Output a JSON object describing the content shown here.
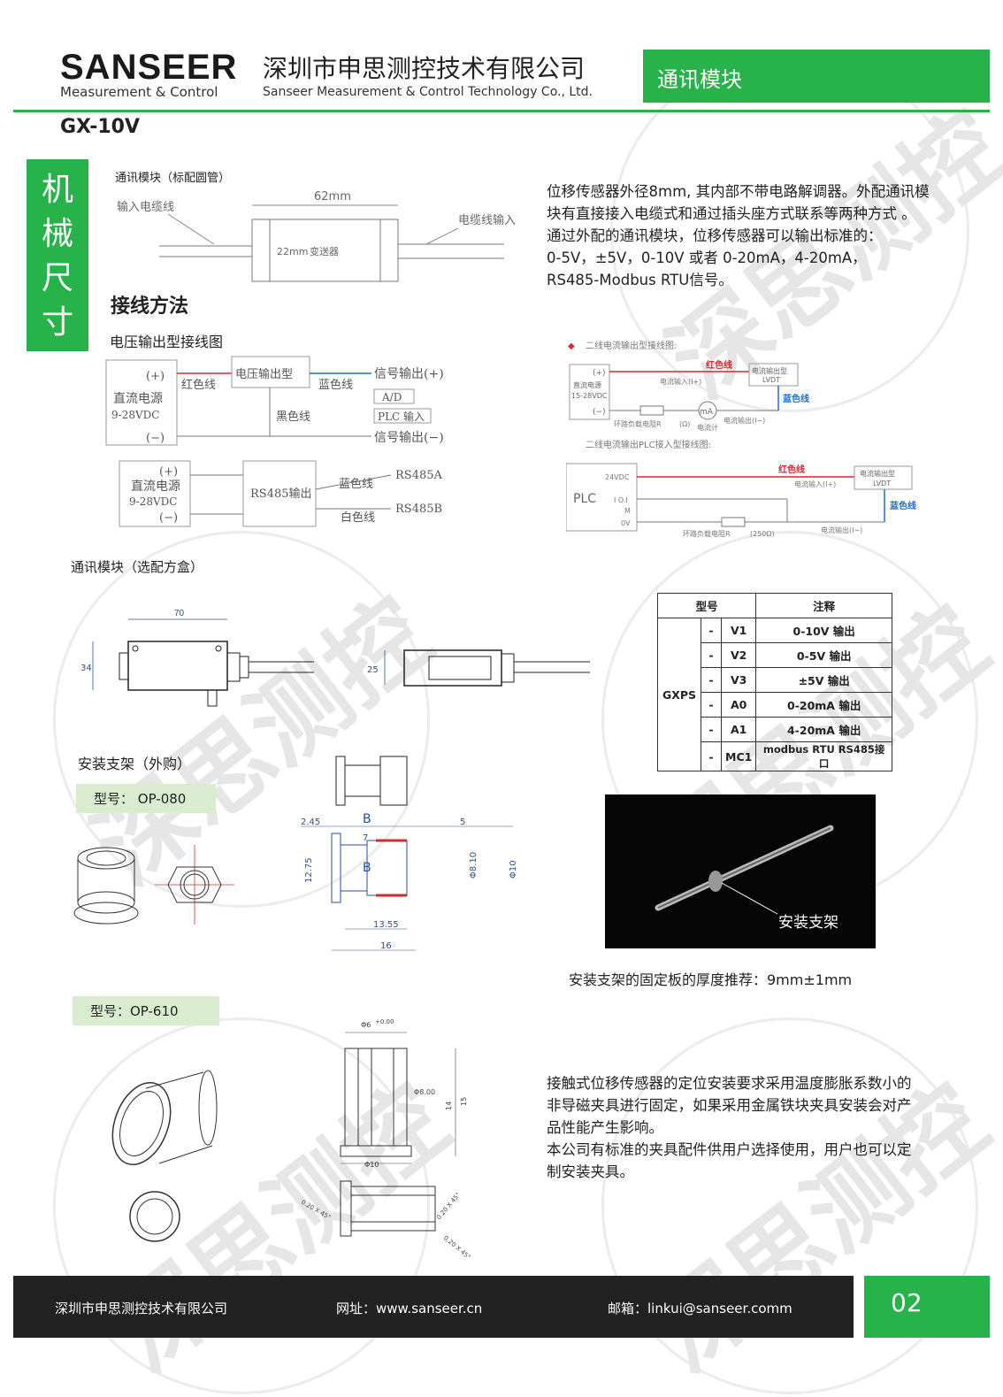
{
  "header": {
    "logo_word": "SANSEER",
    "logo_sub": "Measurement & Control",
    "company_cn": "深圳市申思测控技术有限公司",
    "company_en": "Sanseer Measurement & Control Technology Co., Ltd.",
    "category": "通讯模块"
  },
  "model": "GX-10V",
  "side_tab": "机械尺寸",
  "module_round": {
    "title": "通讯模块（标配圆管）",
    "input_cable": "输入电缆线",
    "length": "62mm",
    "height": "22mm",
    "transmitter": "变送器",
    "cable_input": "电缆线输入"
  },
  "intro": {
    "lines": [
      "位移传感器外径8mm, 其内部不带电路解调器。外配通讯模",
      "块有直接接入电缆式和通过插头座方式联系等两种方式 。",
      "通过外配的通讯模块，位移传感器可以输出标准的：",
      "0-5V，±5V，0-10V 或者 0-20mA，4-20mA，",
      "RS485-Modbus RTU信号。"
    ]
  },
  "wiring": {
    "heading": "接线方法",
    "voltage_title": "电压输出型接线图",
    "dc_power": "直流电源",
    "voltage_range": "9-28VDC",
    "plus": "(+)",
    "minus": "(−)",
    "red_wire": "红色线",
    "blue_wire": "蓝色线",
    "black_wire": "黑色线",
    "white_wire": "白色线",
    "voltage_out_type": "电压输出型",
    "signal_out_plus": "信号输出(+)",
    "signal_out_minus": "信号输出(−)",
    "ad": "A/D",
    "plc_in": "PLC 输入",
    "rs485_out": "RS485输出",
    "rs485a": "RS485A",
    "rs485b": "RS485B",
    "current_title": "二线电流输出型接线图:",
    "dc_power_current": "直流电源",
    "current_range": "15-28VDC",
    "current_in": "电流输入(I+)",
    "current_out": "电流输出(I−)",
    "loop_res": "环路负载电阻R",
    "ohm": "(Ω)",
    "ammeter": "电流计",
    "ma": "mA",
    "lvdt_current_type": "电流输出型",
    "lvdt": "LVDT",
    "red_color": "红色线",
    "blue_color": "蓝色线",
    "plc_title": "二线电流输出PLC接入型接线图:",
    "plc": "PLC",
    "v24": "24VDC",
    "io": "I O.I",
    "m": "M",
    "ov": "0V",
    "loop_res_250": "环路负载电阻R",
    "ohm250": "(250Ω)"
  },
  "module_box": {
    "title": "通讯模块（选配方盒）",
    "w": "70",
    "h": "34",
    "d": "25"
  },
  "spec_table": {
    "col_model": "型号",
    "col_note": "注释",
    "series": "GXPS",
    "rows": [
      {
        "dash": "-",
        "code": "V1",
        "note": "0-10V 输出"
      },
      {
        "dash": "-",
        "code": "V2",
        "note": "0-5V 输出"
      },
      {
        "dash": "-",
        "code": "V3",
        "note": "±5V 输出"
      },
      {
        "dash": "-",
        "code": "A0",
        "note": "0-20mA 输出"
      },
      {
        "dash": "-",
        "code": "A1",
        "note": "4-20mA 输出"
      },
      {
        "dash": "-",
        "code": "MC1",
        "note": "modbus RTU  RS485接口"
      }
    ]
  },
  "bracket": {
    "title": "安装支架（外购）",
    "model1": "型号： OP-080",
    "model2": "型号：OP-610",
    "dims": {
      "d245": "2.45",
      "d5": "5",
      "d7": "7",
      "d1275": "12.75",
      "d810": "Φ8.10",
      "d10": "Φ10",
      "d1355": "13.55",
      "d16": "16",
      "b": "B"
    },
    "photo_label": "安装支架",
    "thickness": "安装支架的固定板的厚度推荐：9mm±1mm",
    "dims2": {
      "top": "Φ6",
      "tol": "+0.00",
      "inner": "Φ8.00",
      "h15": "15",
      "h14": "14",
      "bottom": "Φ10",
      "chamfer1": "0.20 X 45°",
      "chamfer2": "0.20 X 45°",
      "chamfer3": "0.20 X 45°"
    }
  },
  "notes": {
    "lines": [
      "接触式位移传感器的定位安装要求采用温度膨胀系数小的",
      "非导磁夹具进行固定，如果采用金属铁块夹具安装会对产",
      "品性能产生影响。",
      "本公司有标准的夹具配件供用户选择使用，用户也可以定",
      "制安装夹具。"
    ]
  },
  "footer": {
    "company": "深圳市申思测控技术有限公司",
    "website": "网址：www.sanseer.cn",
    "email": "邮箱：linkui@sanseer.comm",
    "page": "02"
  },
  "watermark": "深思测控",
  "colors": {
    "green": "#27b24a",
    "light_green": "#d9ecd0",
    "red_wire": "#d9272e",
    "blue_wire": "#1e6fd0"
  }
}
